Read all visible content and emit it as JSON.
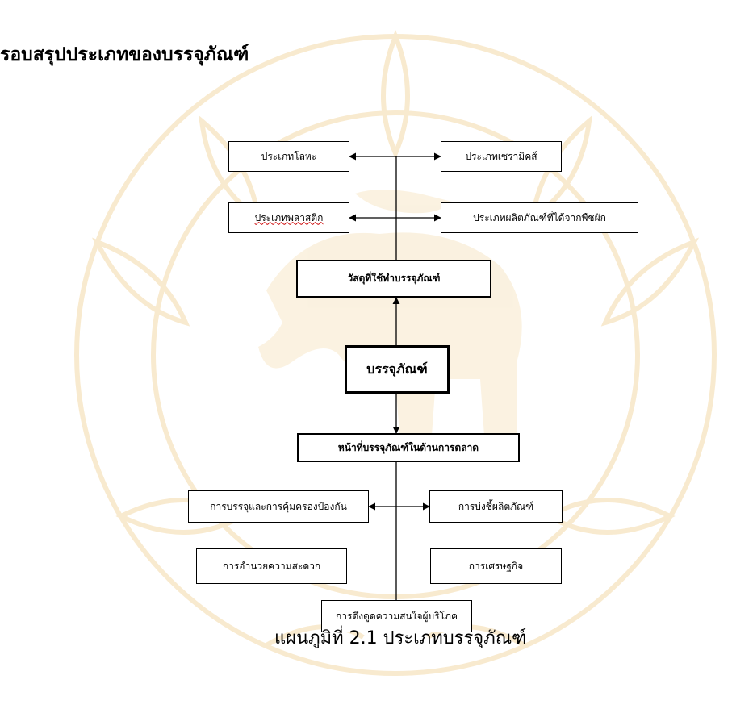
{
  "page": {
    "heading": "รอบสรุปประเภทของบรรจุภัณฑ์",
    "caption": "แผนภูมิที่ 2.1 ประเภทบรรจุภัณฑ์"
  },
  "colors": {
    "watermark": "#f3d9a8",
    "line": "#000000",
    "box_border": "#000000"
  },
  "diagram": {
    "metal": "ประเภทโลหะ",
    "ceramic": "ประเภทเซรามิคส์",
    "plastic": "ประเภทพลาสติก",
    "plant": "ประเภทผลิตภัณฑ์ที่ได้จากพืชผัก",
    "materials": "วัสดุที่ใช้ทำบรรจุภัณฑ์",
    "packaging": "บรรจุภัณฑ์",
    "marketing_roles": "หน้าที่บรรจุภัณฑ์ในด้านการตลาด",
    "protection": "การบรรจุและการคุ้มครองป้องกัน",
    "identification": "การบ่งชี้ผลิตภัณฑ์",
    "convenience": "การอำนวยความสะดวก",
    "economy": "การเศรษฐกิจ",
    "attraction": "การดึงดูดความสนใจผู้บริโภค"
  }
}
